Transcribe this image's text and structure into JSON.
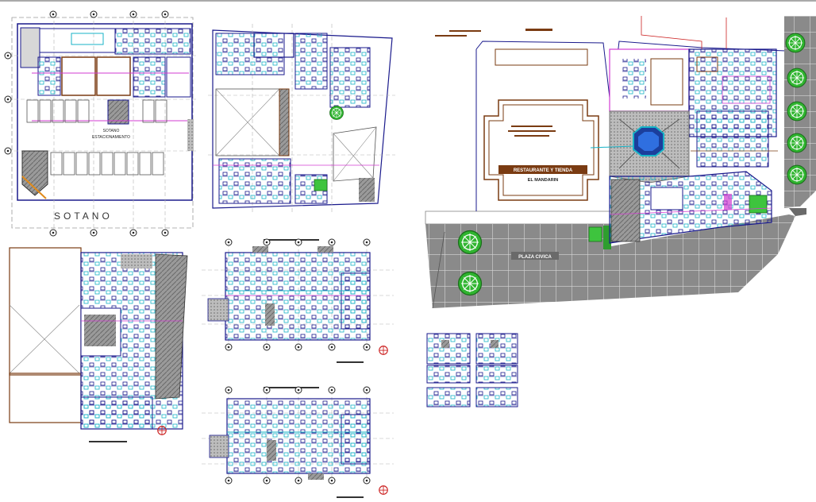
{
  "sheet": {
    "sotano_title": "SOTANO",
    "sotano_subtitle_1": "SOTANO",
    "sotano_subtitle_2": "ESTACIONAMIENTO",
    "site_building_label_1": "RESTAURANTE Y TIENDA",
    "site_building_label_2": "EL MANDARIN",
    "plaza_label": "PLAZA CIVICA"
  },
  "colors": {
    "wall": "#1a1a8c",
    "cyan": "#17b3c7",
    "magenta": "#d23bd2",
    "brown": "#7a3b12",
    "tree": "#28a428",
    "paving": "#8a8a8a",
    "grid": "#7f7f7f"
  }
}
